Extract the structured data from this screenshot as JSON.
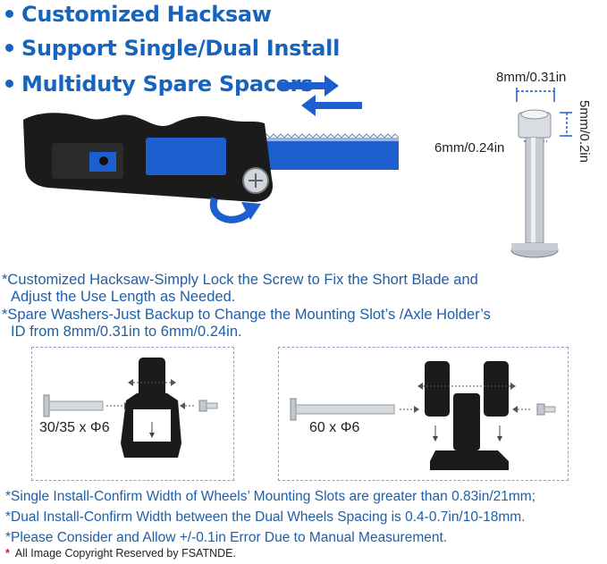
{
  "features": [
    "Customized Hacksaw",
    "Support Single/Dual Install",
    "Multiduty Spare Spacers"
  ],
  "dimensions": {
    "outer": "8mm/0.31in",
    "inner": "6mm/0.24in",
    "height": "5mm/0.2in"
  },
  "descriptions": [
    "*Customized Hacksaw-Simply Lock the Screw to Fix the Short Blade and",
    "Adjust the Use Length as Needed.",
    "*Spare Washers-Just Backup to Change the Mounting Slot’s /Axle Holder’s",
    "ID from 8mm/0.31in to 6mm/0.24in."
  ],
  "install": {
    "single_spec": "30/35 x Φ6",
    "dual_spec": "60 x Φ6"
  },
  "notes": [
    "*Single Install-Confirm Width of Wheels’ Mounting Slots are greater than 0.83in/21mm;",
    "*Dual Install-Confirm Width between the Dual Wheels Spacing is 0.4-0.7in/10-18mm.",
    "*Please Consider and Allow +/-0.1in Error Due to Manual Measurement."
  ],
  "copyright": {
    "star": "*",
    "text": "All Image Copyright Reserved by FSATNDE."
  },
  "colors": {
    "accent": "#1565c0",
    "text": "#1f5fa8",
    "handle": "#1a1a1a",
    "blade": "#1e5fd0"
  }
}
